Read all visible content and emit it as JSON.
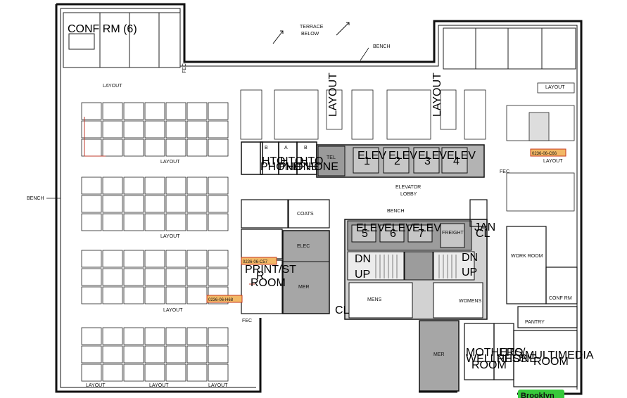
{
  "labels": {
    "conf_room_top": "CONF RM (6)",
    "terrace_below": "TERRACE",
    "terrace_below_2": "BELOW",
    "bench_top": "BENCH",
    "bench_left": "BENCH",
    "bench_lobby": "BENCH",
    "fec_top": "FEC",
    "fec_right": "FEC",
    "fec_bottom": "FEC",
    "layout_1": "LAYOUT",
    "layout_2": "LAYOUT",
    "layout_3": "LAYOUT",
    "layout_4": "LAYOUT",
    "layout_bottom_1": "LAYOUT",
    "layout_bottom_2": "LAYOUT",
    "layout_bottom_3": "LAYOUT",
    "layout_right_top": "LAYOUT",
    "layout_right_mid": "LAYOUT",
    "layout_center_1": "LAYOUT",
    "layout_center_2": "LAYOUT",
    "hto_a": "HTO",
    "hto_b": "HTO",
    "hto_c": "HTO",
    "phone": "PHONE",
    "letter_b1": "B",
    "letter_a": "A",
    "letter_b2": "B",
    "tel": "TEL",
    "elev_1": "ELEV",
    "elev_2": "ELEV",
    "elev_3": "ELEV",
    "elev_4": "ELEV",
    "elev_1n": "1",
    "elev_2n": "2",
    "elev_3n": "3",
    "elev_4n": "4",
    "elevator_lobby_1": "ELEVATOR",
    "elevator_lobby_2": "LOBBY",
    "coats": "COATS",
    "elec": "ELEC",
    "mer_center": "MER",
    "mer_bottom": "MER",
    "elev_5": "ELEV",
    "elev_6": "ELEV",
    "elev_7": "ELEV",
    "elev_5n": "5",
    "elev_6n": "6",
    "elev_7n": "7",
    "freight": "FREIGHT",
    "jan_cl_1": "JAN",
    "jan_cl_2": "CL",
    "dn_left": "DN",
    "up_left": "UP",
    "dn_right": "DN",
    "up_right": "UP",
    "mens": "MENS",
    "womens": "WOMENS",
    "cl": "CL",
    "print_room_1": "PRINT/ST",
    "print_room_2": "R",
    "print_room_3": "ROOM",
    "work_room": "WORK ROOM",
    "conf_rm_right": "CONF RM",
    "pantry": "PANTRY",
    "mothers_1": "MOTHERS/",
    "mothers_2": "WELLNESS",
    "mothers_3": "ROOM",
    "hto_phone_bottom_1": "HTO",
    "hto_phone_bottom_2": "PHONE",
    "multimedia_1": "MULTIMEDIA",
    "multimedia_2": "ROOM",
    "brooklyn": "Brooklyn"
  },
  "tags": {
    "tag_right": "0236-06-C66",
    "tag_print": "0236-06-C57",
    "tag_bottom_left": "0236-06-H68"
  },
  "colors": {
    "wall": "#111111",
    "core_fill": "#a6a6a6",
    "core_dark": "#7d7d7d",
    "tag_fill": "#f2b866",
    "tag_stroke": "#c83a1e",
    "brooklyn_fill": "#36c93a",
    "red_line": "#c0392b"
  }
}
